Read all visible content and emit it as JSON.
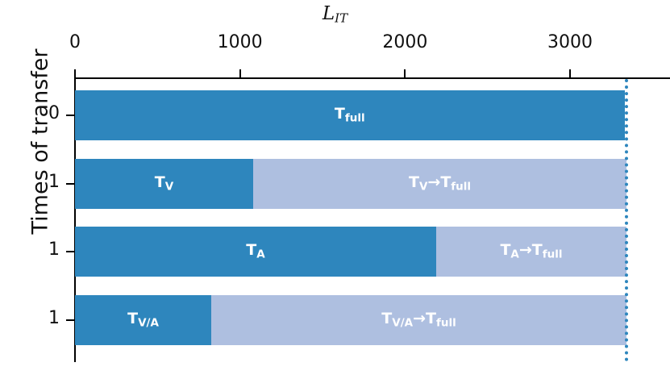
{
  "chart_data": {
    "type": "bar",
    "orientation": "horizontal",
    "stacked": true,
    "title": "",
    "xlabel": "L_IT",
    "xlabel_base": "L",
    "xlabel_sub": "IT",
    "ylabel": "Times of transfer",
    "categories": [
      "0",
      "1",
      "1",
      "1"
    ],
    "xlim": [
      0,
      3600
    ],
    "ylim_rows": 4,
    "xticks": [
      0,
      1000,
      2000,
      3000
    ],
    "xticklabels": [
      "0",
      "1000",
      "2000",
      "3000"
    ],
    "grid": false,
    "legend": "none",
    "colors": {
      "dark": "#2e86bd",
      "light": "#aebfe0",
      "refline": "#2e86bd",
      "axis": "#000000",
      "text": "#111111",
      "bar_label": "#ffffff"
    },
    "reference_line": {
      "value": 3342,
      "style": "dotted"
    },
    "rows": [
      {
        "tick_label": "0",
        "segments": [
          {
            "label": "T_full",
            "base": "T",
            "sub": "full",
            "value": 3330,
            "color": "dark"
          }
        ]
      },
      {
        "tick_label": "1",
        "segments": [
          {
            "label": "T_V",
            "base": "T",
            "sub": "V",
            "value": 1080,
            "color": "dark"
          },
          {
            "label": "T_V→T_full",
            "base": "T",
            "sub": "V",
            "arrow": "→",
            "base2": "T",
            "sub2": "full",
            "value": 2262,
            "color": "light"
          }
        ]
      },
      {
        "tick_label": "1",
        "segments": [
          {
            "label": "T_A",
            "base": "T",
            "sub": "A",
            "value": 2189,
            "color": "dark"
          },
          {
            "label": "T_A→T_full",
            "base": "T",
            "sub": "A",
            "arrow": "→",
            "base2": "T",
            "sub2": "full",
            "value": 1153,
            "color": "light"
          }
        ]
      },
      {
        "tick_label": "1",
        "segments": [
          {
            "label": "T_V/A",
            "base": "T",
            "sub": "V/A",
            "value": 826,
            "color": "dark"
          },
          {
            "label": "T_V/A→T_full",
            "base": "T",
            "sub": "V/A",
            "arrow": "→",
            "base2": "T",
            "sub2": "full",
            "value": 2516,
            "color": "light"
          }
        ]
      }
    ]
  },
  "axis": {
    "x_title_base": "L",
    "x_title_sub": "IT",
    "y_title": "Times of transfer",
    "xticklabels": [
      "0",
      "1000",
      "2000",
      "3000"
    ],
    "yticklabels": [
      "0",
      "1",
      "1",
      "1"
    ]
  }
}
